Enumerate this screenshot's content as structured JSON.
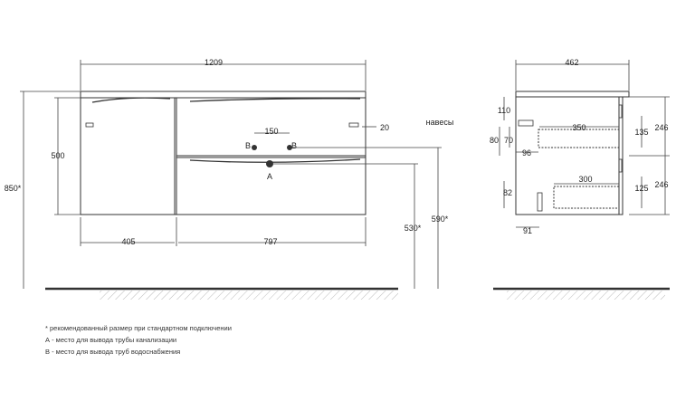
{
  "front_view": {
    "overall_width": "1209",
    "overall_height": "850*",
    "drawer_block_height": "500",
    "left_section_width": "405",
    "right_section_width": "797",
    "hinge_offset": "20",
    "pipe_spacing": "150",
    "label_b_left": "B",
    "label_b_right": "B",
    "label_a": "A",
    "height_a": "530*",
    "height_b": "590*",
    "hinge_label": "навесы"
  },
  "side_view": {
    "depth": "462",
    "dim_110": "110",
    "dim_350": "350",
    "dim_80": "80",
    "dim_70": "70",
    "dim_96": "96",
    "dim_300": "300",
    "dim_82": "82",
    "dim_91": "91",
    "dim_246_top": "246",
    "dim_135": "135",
    "dim_246_bottom": "246",
    "dim_125": "125"
  },
  "notes": {
    "recommended": "* рекомендованный размер при стандартном подключении",
    "a_note": "А -  место для вывода трубы канализации",
    "b_note": "В -  место для вывода труб водоснабжения"
  }
}
